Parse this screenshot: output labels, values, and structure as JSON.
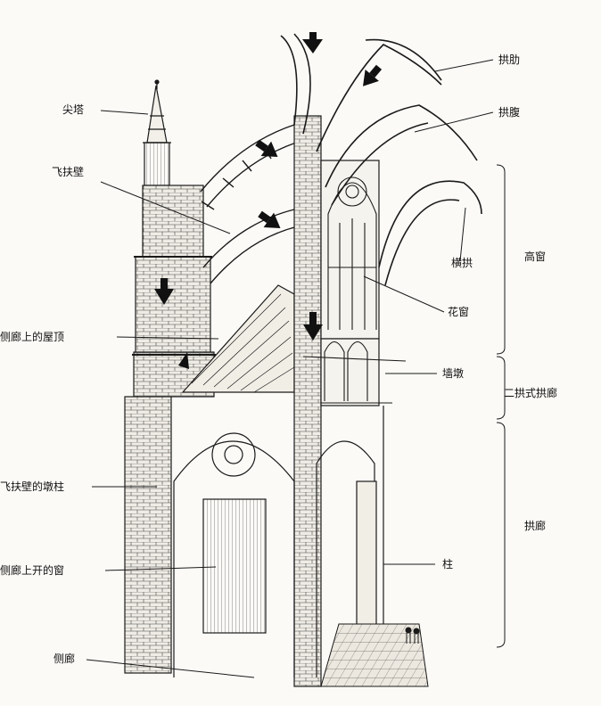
{
  "labels": {
    "gongle": "拱肋",
    "gongfu": "拱腹",
    "jianta": "尖塔",
    "feifubi": "飞扶壁",
    "henggong": "横拱",
    "huachuang": "花窗",
    "celang_wuding": "侧廊上的屋顶",
    "qiangdun": "墙墩",
    "feifubi_dunzhu": "飞扶壁的墩柱",
    "celang_chuang": "侧廊上开的窗",
    "zhu": "柱",
    "celang": "侧廊"
  },
  "brackets": {
    "gaochuang": "高窗",
    "ergongshi": "二拱式拱廊",
    "gonglang": "拱廊"
  },
  "colors": {
    "ink": "#1a1a1a",
    "paper": "#fbfaf7",
    "stone": "#efece5"
  },
  "icons": [
    "force-arrow-icon"
  ]
}
